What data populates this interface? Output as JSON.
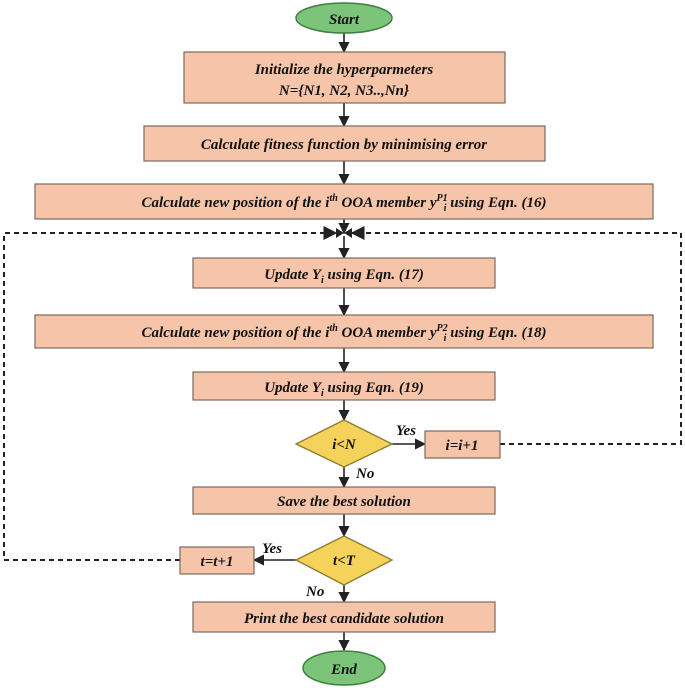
{
  "colors": {
    "terminal_fill": "#7cc47a",
    "terminal_stroke": "#3f7f3f",
    "process_fill": "#f6c4a8",
    "process_stroke": "#7a6a60",
    "decision_fill": "#f5d35a",
    "decision_stroke": "#8a7a30",
    "line": "#222222"
  },
  "nodes": {
    "start": {
      "text": "Start"
    },
    "init": {
      "line1": "Initialize the hyperparmeters",
      "line2": "N={N1, N2, N3..,Nn}"
    },
    "fitness": {
      "text": "Calculate fitness function by minimising error"
    },
    "pos1": {
      "pre": "Calculate new position of the i",
      "sup1": "th",
      "mid": " OOA member y",
      "sup2": "P1",
      "sub": "i",
      "post": " using Eqn. (16)"
    },
    "update17": {
      "pre": "Update Y",
      "sub": "i",
      "post": " using Eqn. (17)"
    },
    "pos2": {
      "pre": "Calculate new position of the i",
      "sup1": "th",
      "mid": " OOA member y",
      "sup2": "P2",
      "sub": "i",
      "post": "  using Eqn. (18)"
    },
    "update19": {
      "pre": "Update Y",
      "sub": "i",
      "post": " using Eqn. (19)"
    },
    "dec_i": {
      "text": "i<N"
    },
    "inc_i": {
      "text": "i=i+1"
    },
    "save": {
      "text": "Save the best solution"
    },
    "dec_t": {
      "text": "t<T"
    },
    "inc_t": {
      "text": "t=t+1"
    },
    "print": {
      "text": "Print the best candidate solution"
    },
    "end": {
      "text": "End"
    }
  },
  "edge_labels": {
    "i_yes": "Yes",
    "i_no": "No",
    "t_yes": "Yes",
    "t_no": "No"
  }
}
